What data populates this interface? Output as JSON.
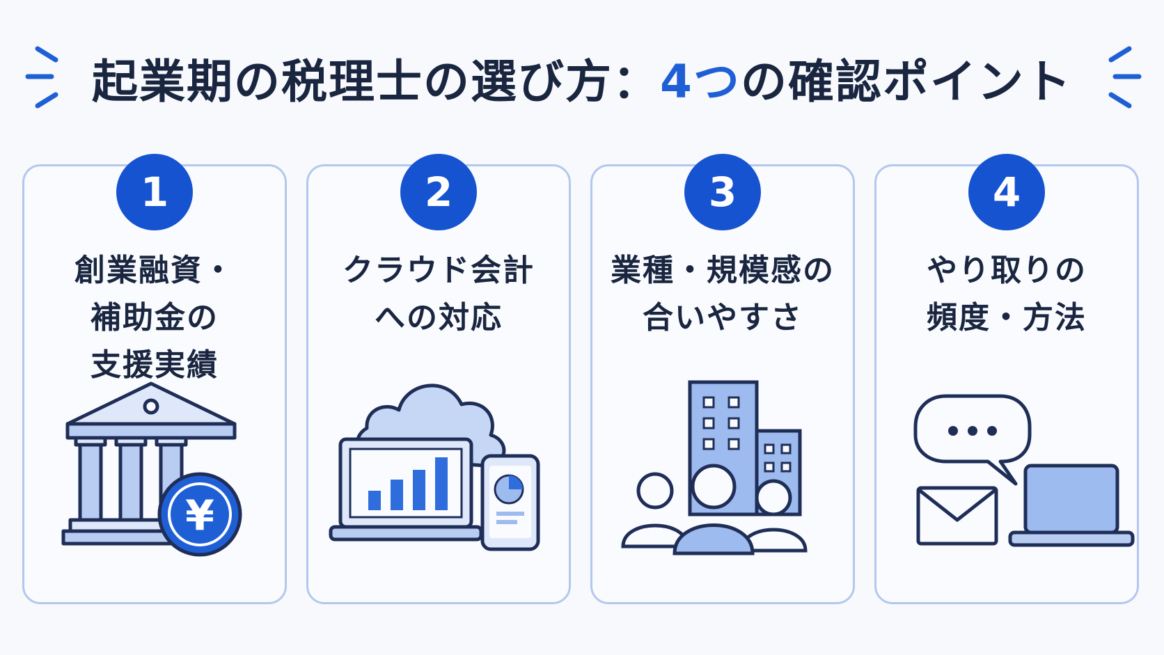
{
  "header": {
    "title_main": "起業期の税理士の選び方：",
    "title_accent": "4つ",
    "title_tail": "の確認ポイント"
  },
  "cards": [
    {
      "number": "1",
      "lines": [
        "創業融資・",
        "補助金の",
        "支援実績"
      ],
      "icon": "bank-yen-icon",
      "yen": "¥"
    },
    {
      "number": "2",
      "lines": [
        "クラウド会計",
        "への対応"
      ],
      "icon": "cloud-laptop-phone-icon"
    },
    {
      "number": "3",
      "lines": [
        "業種・規模感の",
        "合いやすさ"
      ],
      "icon": "buildings-people-icon"
    },
    {
      "number": "4",
      "lines": [
        "やり取りの",
        "頻度・方法"
      ],
      "icon": "chat-mail-laptop-icon"
    }
  ],
  "colors": {
    "accent": "#1f5fd6",
    "badge": "#1653d1",
    "card_border": "#b3c8ec",
    "text": "#1a2640",
    "illus_fill": "#9ebbef",
    "illus_stroke": "#1f2e57"
  }
}
